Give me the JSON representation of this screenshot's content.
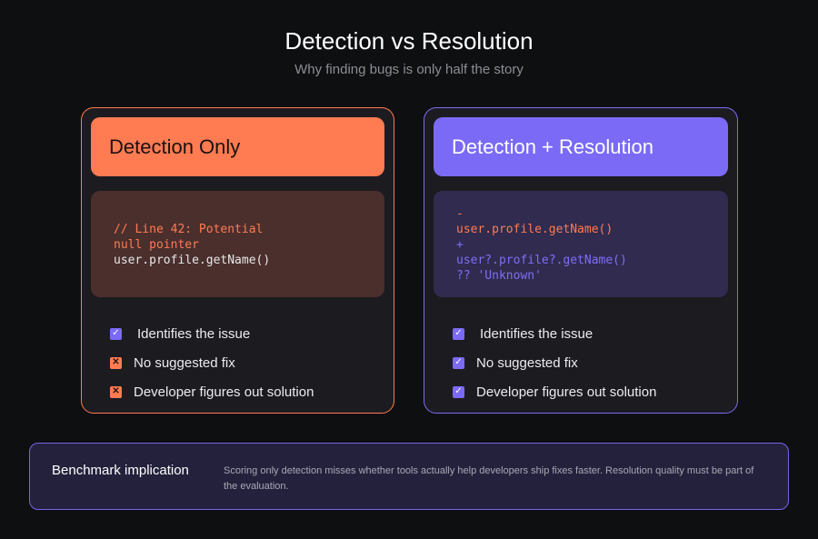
{
  "title": "Detection vs Resolution",
  "subtitle": "Why finding bugs is only half the story",
  "left": {
    "header": "Detection Only",
    "code": [
      {
        "text": "// Line 42: Potential",
        "tone": "org"
      },
      {
        "text": "null pointer",
        "tone": "org"
      },
      {
        "text": "user.profile.getName()",
        "tone": "wht"
      }
    ],
    "checks": [
      {
        "label": "Identifies the issue",
        "status": "check"
      },
      {
        "label": "No suggested fix",
        "status": "cross"
      },
      {
        "label": "Developer figures out solution",
        "status": "cross"
      }
    ]
  },
  "right": {
    "header": "Detection + Resolution",
    "code": [
      {
        "text": "-",
        "tone": "org"
      },
      {
        "text": "user.profile.getName()",
        "tone": "org"
      },
      {
        "text": "+",
        "tone": "pur"
      },
      {
        "text": "user?.profile?.getName()",
        "tone": "pur"
      },
      {
        "text": "?? 'Unknown'",
        "tone": "pur"
      }
    ],
    "checks": [
      {
        "label": "Identifies the issue",
        "status": "check"
      },
      {
        "label": "No suggested fix",
        "status": "check"
      },
      {
        "label": "Developer figures out solution",
        "status": "check"
      }
    ]
  },
  "bottom": {
    "label": "Benchmark implication",
    "description": "Scoring only detection misses whether tools actually help developers ship fixes faster. Resolution quality must be part of the evaluation."
  },
  "colors": {
    "orange": "#ff7b52",
    "purple": "#7b6af5"
  }
}
